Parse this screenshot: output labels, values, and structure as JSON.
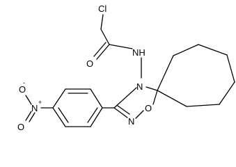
{
  "molecule": {
    "atoms": {
      "chlorine": "Cl",
      "carbonyl_oxygen": "O",
      "amide_nitrogen": "NH",
      "ring_nitrogen_4": "N",
      "ring_nitrogen_2": "N",
      "ring_oxygen_1": "O",
      "nitro_nitrogen": "N",
      "nitro_charge_plus": "+",
      "nitro_oxygen_minus": "O",
      "nitro_charge_minus": "-",
      "nitro_oxygen_double": "O"
    }
  }
}
